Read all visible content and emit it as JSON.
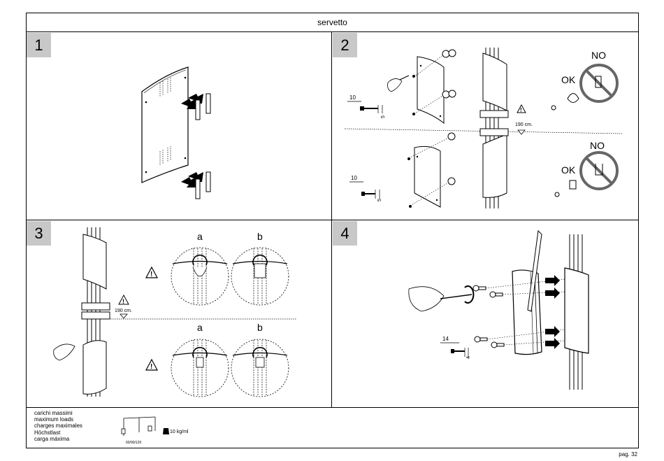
{
  "header": {
    "title": "servetto"
  },
  "steps": [
    {
      "number": "1"
    },
    {
      "number": "2"
    },
    {
      "number": "3"
    },
    {
      "number": "4"
    }
  ],
  "step2": {
    "label_no": "NO",
    "label_ok": "OK",
    "label_no_2": "NO",
    "label_ok_2": "OK",
    "height_label": "190 cm.",
    "screw_length": "10",
    "screw_diameter": "5",
    "screw_length_2": "10",
    "screw_diameter_2": "5"
  },
  "step3": {
    "label_a": "a",
    "label_b": "b",
    "label_a_2": "a",
    "label_b_2": "b",
    "height_label": "190 cm."
  },
  "step4": {
    "screw_length": "14",
    "screw_diameter": "4"
  },
  "footer": {
    "max_loads": [
      "carichi massimi",
      "maximum loads",
      "charges maximales",
      "Höchstlast",
      "carga máxima"
    ],
    "load_value": "10 kg/ml",
    "dims": "60/90/120",
    "page": "pag. 32"
  }
}
